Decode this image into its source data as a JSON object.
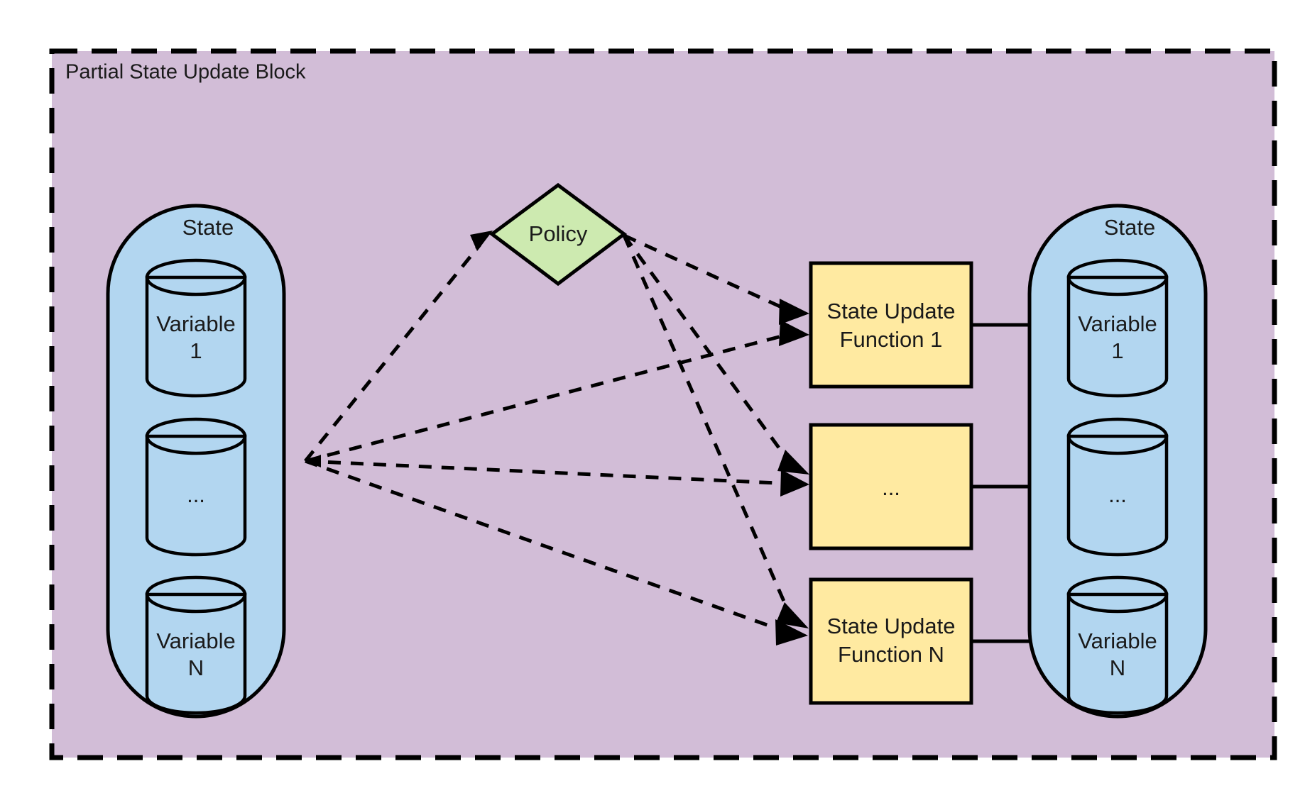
{
  "diagram": {
    "title": "Partial State Update Block",
    "container": {
      "label": "Partial State Update Block",
      "fill": "#d2bdd7",
      "border_style": "dashed",
      "border_color": "#000000"
    },
    "colors": {
      "background": "#ffffff",
      "block_fill": "#d2bdd7",
      "state_fill": "#b2d6f0",
      "policy_fill": "#cdeab0",
      "function_fill": "#ffeaa1",
      "stroke": "#000000"
    },
    "input_state": {
      "label": "State",
      "fill": "#b2d6f0",
      "variables": [
        {
          "label_line1": "Variable",
          "label_line2": "1",
          "name": "variable-1"
        },
        {
          "label_line1": "...",
          "label_line2": "",
          "name": "variable-ellipsis"
        },
        {
          "label_line1": "Variable",
          "label_line2": "N",
          "name": "variable-n"
        }
      ]
    },
    "policy": {
      "label": "Policy",
      "shape": "diamond",
      "fill": "#cdeab0"
    },
    "functions": [
      {
        "label_line1": "State Update",
        "label_line2": "Function 1",
        "name": "state-update-function-1",
        "fill": "#ffeaa1"
      },
      {
        "label_line1": "...",
        "label_line2": "",
        "name": "state-update-function-ellipsis",
        "fill": "#ffeaa1"
      },
      {
        "label_line1": "State Update",
        "label_line2": "Function N",
        "name": "state-update-function-n",
        "fill": "#ffeaa1"
      }
    ],
    "output_state": {
      "label": "State",
      "fill": "#b2d6f0",
      "variables": [
        {
          "label_line1": "Variable",
          "label_line2": "1",
          "name": "variable-1"
        },
        {
          "label_line1": "...",
          "label_line2": "",
          "name": "variable-ellipsis"
        },
        {
          "label_line1": "Variable",
          "label_line2": "N",
          "name": "variable-n"
        }
      ]
    },
    "edges": [
      {
        "from": "input-state",
        "to": "policy",
        "style": "dashed",
        "name": "edge-state-to-policy"
      },
      {
        "from": "input-state",
        "to": "state-update-function-1",
        "style": "dashed",
        "name": "edge-state-to-function-1"
      },
      {
        "from": "input-state",
        "to": "state-update-function-ellipsis",
        "style": "dashed",
        "name": "edge-state-to-function-ellipsis"
      },
      {
        "from": "input-state",
        "to": "state-update-function-n",
        "style": "dashed",
        "name": "edge-state-to-function-n"
      },
      {
        "from": "policy",
        "to": "state-update-function-1",
        "style": "dashed",
        "name": "edge-policy-to-function-1"
      },
      {
        "from": "policy",
        "to": "state-update-function-ellipsis",
        "style": "dashed",
        "name": "edge-policy-to-function-ellipsis"
      },
      {
        "from": "policy",
        "to": "state-update-function-n",
        "style": "dashed",
        "name": "edge-policy-to-function-n"
      },
      {
        "from": "state-update-function-1",
        "to": "output-variable-1",
        "style": "solid",
        "name": "edge-function-1-to-variable-1"
      },
      {
        "from": "state-update-function-ellipsis",
        "to": "output-variable-ellipsis",
        "style": "solid",
        "name": "edge-function-ellipsis-to-variable-ellipsis"
      },
      {
        "from": "state-update-function-n",
        "to": "output-variable-n",
        "style": "solid",
        "name": "edge-function-n-to-variable-n"
      }
    ]
  }
}
